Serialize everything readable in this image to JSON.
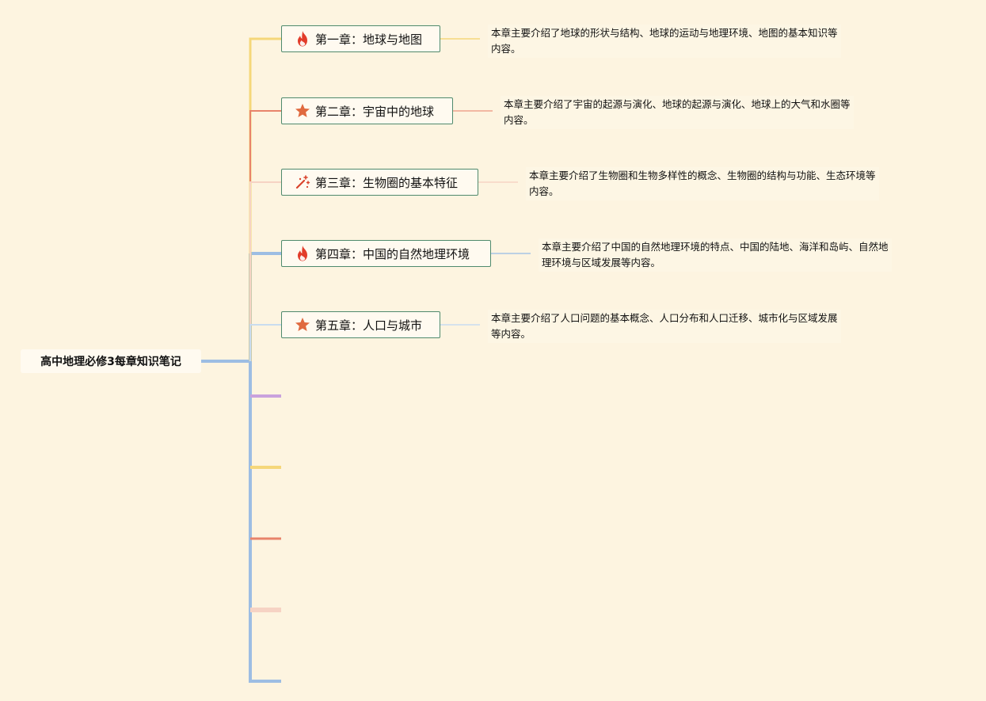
{
  "root": {
    "title": "高中地理必修3每章知识笔记"
  },
  "chapters": [
    {
      "title": "第一章：地球与地图",
      "icon": "fire-icon",
      "line_color": "#f5d77a",
      "desc_line1": "本章主要介绍了地球的形状与结构、地球的运动与地理环境、地图的基本知识等",
      "desc_line2": "内容。"
    },
    {
      "title": "第二章：宇宙中的地球",
      "icon": "star-icon",
      "line_color": "#e8836b",
      "desc_line1": "本章主要介绍了宇宙的起源与演化、地球的起源与演化、地球上的大气和水圈等",
      "desc_line2": "内容。"
    },
    {
      "title": "第三章：生物圈的基本特征",
      "icon": "magic-wand-icon",
      "line_color": "#f6d3c4",
      "desc_line1": "本章主要介绍了生物圈和生物多样性的概念、生物圈的结构与功能、生态环境等",
      "desc_line2": "内容。"
    },
    {
      "title": "第四章：中国的自然地理环境",
      "icon": "fire-icon",
      "line_color": "#a6c4e6",
      "desc_line1": "本章主要介绍了中国的自然地理环境的特点、中国的陆地、海洋和岛屿、自然地",
      "desc_line2": "理环境与区域发展等内容。"
    },
    {
      "title": "第五章：人口与城市",
      "icon": "star-icon",
      "line_color": "#c9dcef",
      "desc_line1": "本章主要介绍了人口问题的基本概念、人口分布和人口迁移、城市化与区域发展",
      "desc_line2": "等内容。"
    }
  ],
  "colors": {
    "main_branch": "#9dbde3",
    "empty_branches": [
      "#c9a2dd",
      "#f5d77a",
      "#e8836b",
      "#f6d3c4",
      "#9dbde3"
    ],
    "node_border": "#4f8a6d",
    "fire": "#e23c2a",
    "star": "#e06a3f",
    "wand": "#d9432c"
  }
}
